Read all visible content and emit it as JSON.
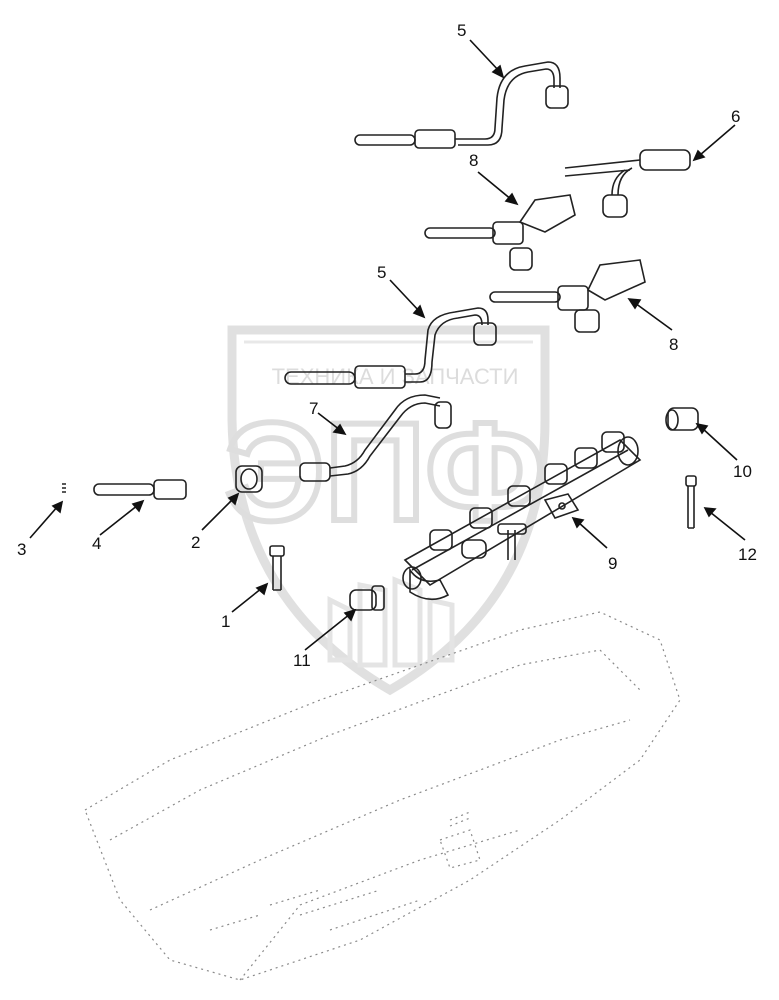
{
  "watermark": {
    "caption": "ТЕХНИКА И ЗАПЧАСТИ",
    "logo_text": "ЭПФ"
  },
  "callouts": [
    "5",
    "6",
    "8",
    "5",
    "8",
    "7",
    "10",
    "3",
    "4",
    "2",
    "9",
    "12",
    "1",
    "11"
  ],
  "colors": {
    "line": "#222222",
    "watermark": "#c8c8c8",
    "engine_speckle": "#8a8a8a"
  }
}
